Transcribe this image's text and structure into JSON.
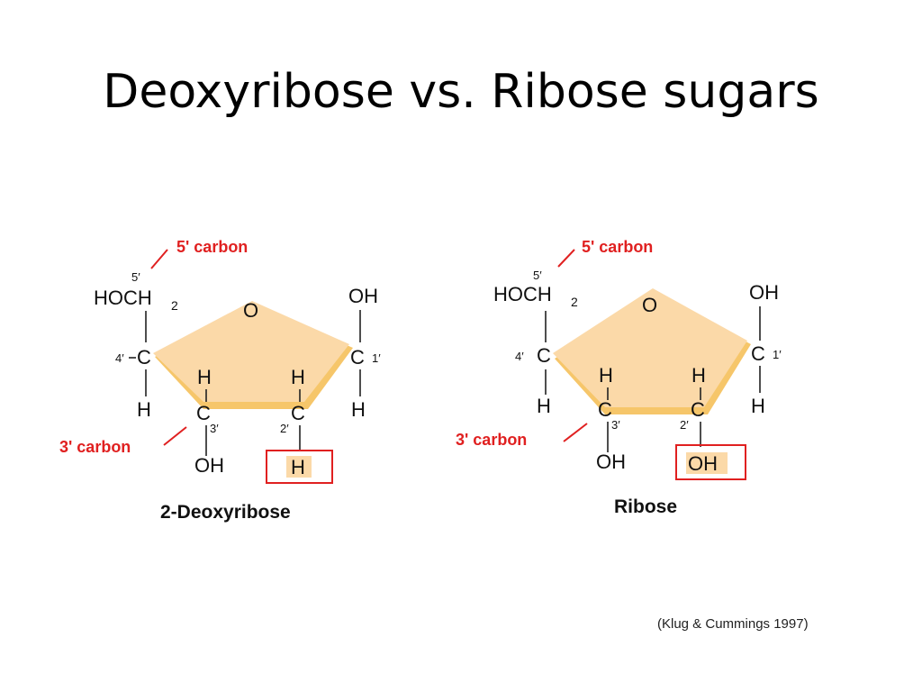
{
  "slide": {
    "title": "Deoxyribose vs. Ribose sugars",
    "citation": "(Klug & Cummings 1997)"
  },
  "colors": {
    "ring_fill": "#fbd9a8",
    "ring_edge": "#f6c66a",
    "callout_red": "#e02020",
    "text": "#111111"
  },
  "deoxyribose": {
    "name": "2-Deoxyribose",
    "five_prime_callout": "5' carbon",
    "three_prime_callout": "3' carbon",
    "hoch2": "HOCH",
    "hoch2_sub": "2",
    "ring_oxygen": "O",
    "c1_oh": "OH",
    "c1": "C",
    "c1_num": "1′",
    "c1_h": "H",
    "c4": "C",
    "c4_num": "4′",
    "c4_h": "H",
    "c5_num": "5′",
    "c3": "C",
    "c3_num": "3′",
    "c3_h": "H",
    "c3_oh": "OH",
    "c2": "C",
    "c2_num": "2′",
    "c2_h": "H",
    "c2_sub": "H"
  },
  "ribose": {
    "name": "Ribose",
    "five_prime_callout": "5' carbon",
    "three_prime_callout": "3' carbon",
    "hoch2": "HOCH",
    "hoch2_sub": "2",
    "ring_oxygen": "O",
    "c1_oh": "OH",
    "c1": "C",
    "c1_num": "1′",
    "c1_h": "H",
    "c4": "C",
    "c4_num": "4′",
    "c4_h": "H",
    "c5_num": "5′",
    "c3": "C",
    "c3_num": "3′",
    "c3_h": "H",
    "c3_oh": "OH",
    "c2": "C",
    "c2_num": "2′",
    "c2_h": "H",
    "c2_sub": "OH"
  }
}
